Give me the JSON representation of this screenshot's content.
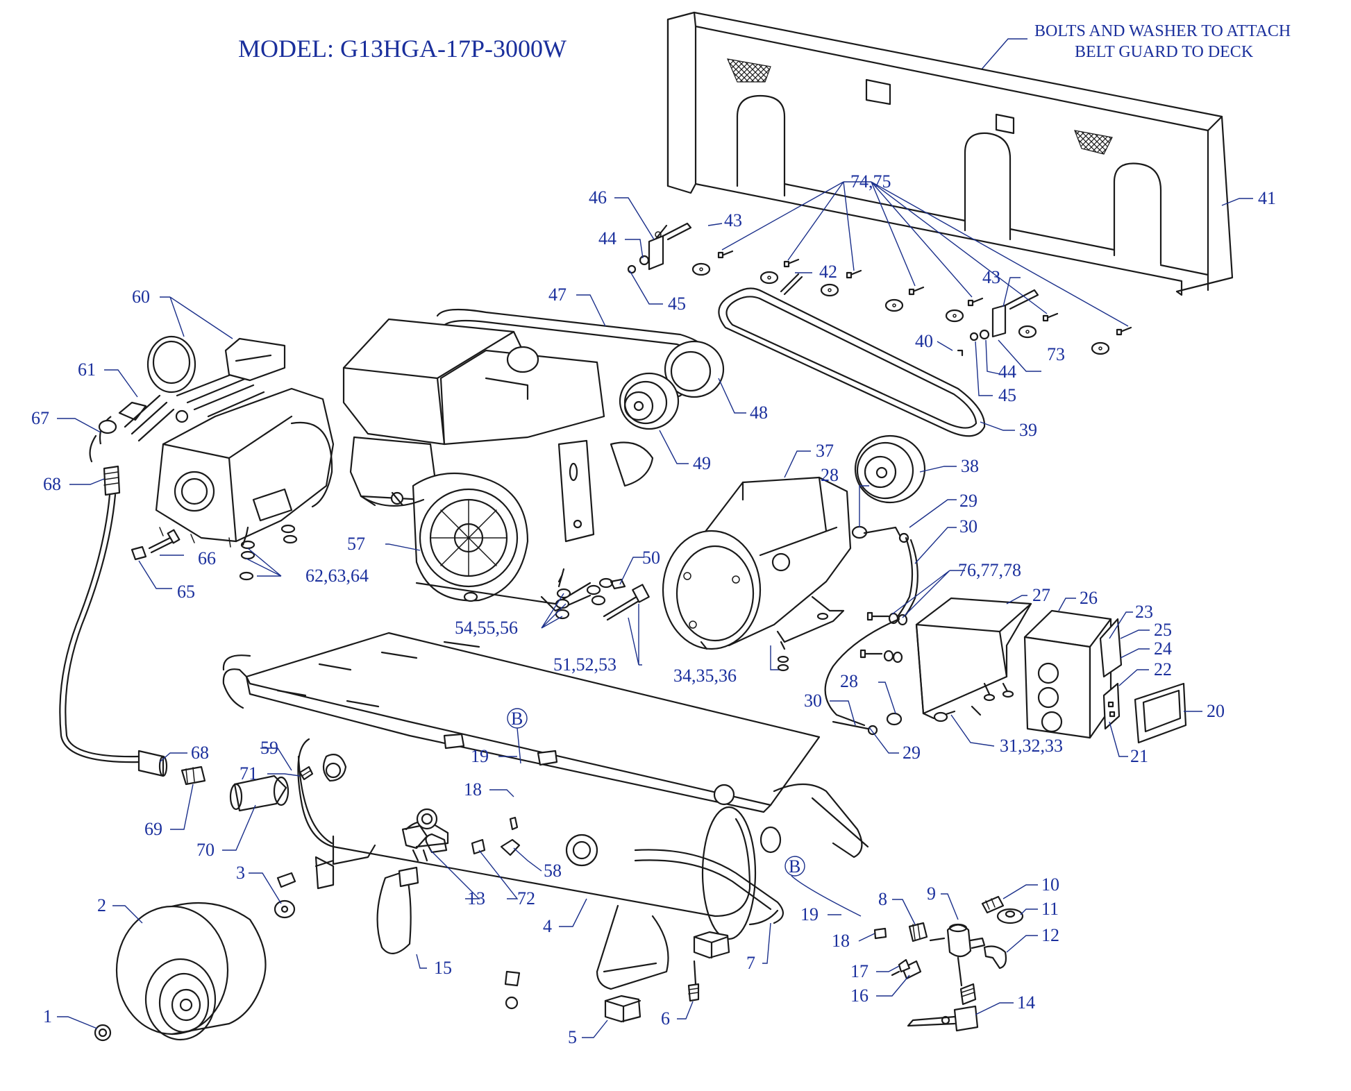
{
  "title": "MODEL: G13HGA-17P-3000W",
  "note": [
    "BOLTS AND WASHER TO ATTACH",
    "BELT GUARD TO DECK"
  ],
  "callout_letter": "B",
  "labels": {
    "p1": "1",
    "p2": "2",
    "p3": "3",
    "p4": "4",
    "p5": "5",
    "p6": "6",
    "p7": "7",
    "p8": "8",
    "p9": "9",
    "p10": "10",
    "p11": "11",
    "p12": "12",
    "p13": "13",
    "p14": "14",
    "p15": "15",
    "p16": "16",
    "p17": "17",
    "p18": "18",
    "p19": "19",
    "p20": "20",
    "p21": "21",
    "p22": "22",
    "p23": "23",
    "p24": "24",
    "p25": "25",
    "p26": "26",
    "p27": "27",
    "p28": "28",
    "p29": "29",
    "p30": "30",
    "p31_33": "31,32,33",
    "p34_36": "34,35,36",
    "p37": "37",
    "p38": "38",
    "p39": "39",
    "p40": "40",
    "p41": "41",
    "p42": "42",
    "p43": "43",
    "p44": "44",
    "p45": "45",
    "p46": "46",
    "p47": "47",
    "p48": "48",
    "p49": "49",
    "p50": "50",
    "p51_53": "51,52,53",
    "p54_56": "54,55,56",
    "p57": "57",
    "p58": "58",
    "p59": "59",
    "p60": "60",
    "p61": "61",
    "p62_64": "62,63,64",
    "p65": "65",
    "p66": "66",
    "p67": "67",
    "p68": "68",
    "p69": "69",
    "p70": "70",
    "p71": "71",
    "p72": "72",
    "p73": "73",
    "p74_75": "74,75",
    "p76_78": "76,77,78"
  }
}
